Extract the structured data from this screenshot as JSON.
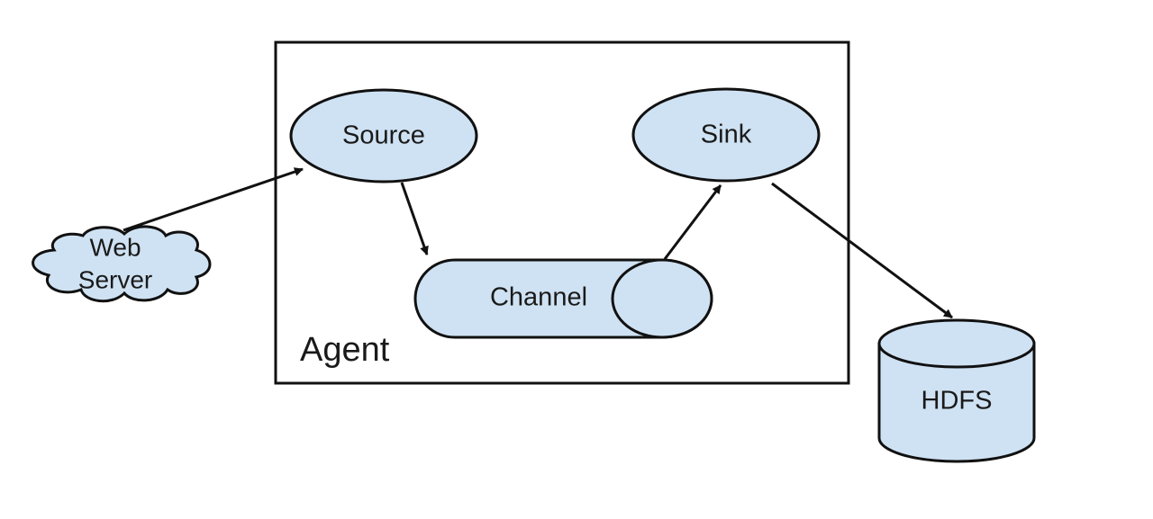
{
  "diagram": {
    "container_label": "Agent",
    "nodes": {
      "web_server": {
        "line1": "Web",
        "line2": "Server"
      },
      "source": {
        "label": "Source"
      },
      "channel": {
        "label": "Channel"
      },
      "sink": {
        "label": "Sink"
      },
      "hdfs": {
        "label": "HDFS"
      }
    },
    "colors": {
      "node_fill": "#cfe2f3",
      "stroke": "#111111",
      "text": "#1a1a1a",
      "background": "#ffffff"
    }
  }
}
